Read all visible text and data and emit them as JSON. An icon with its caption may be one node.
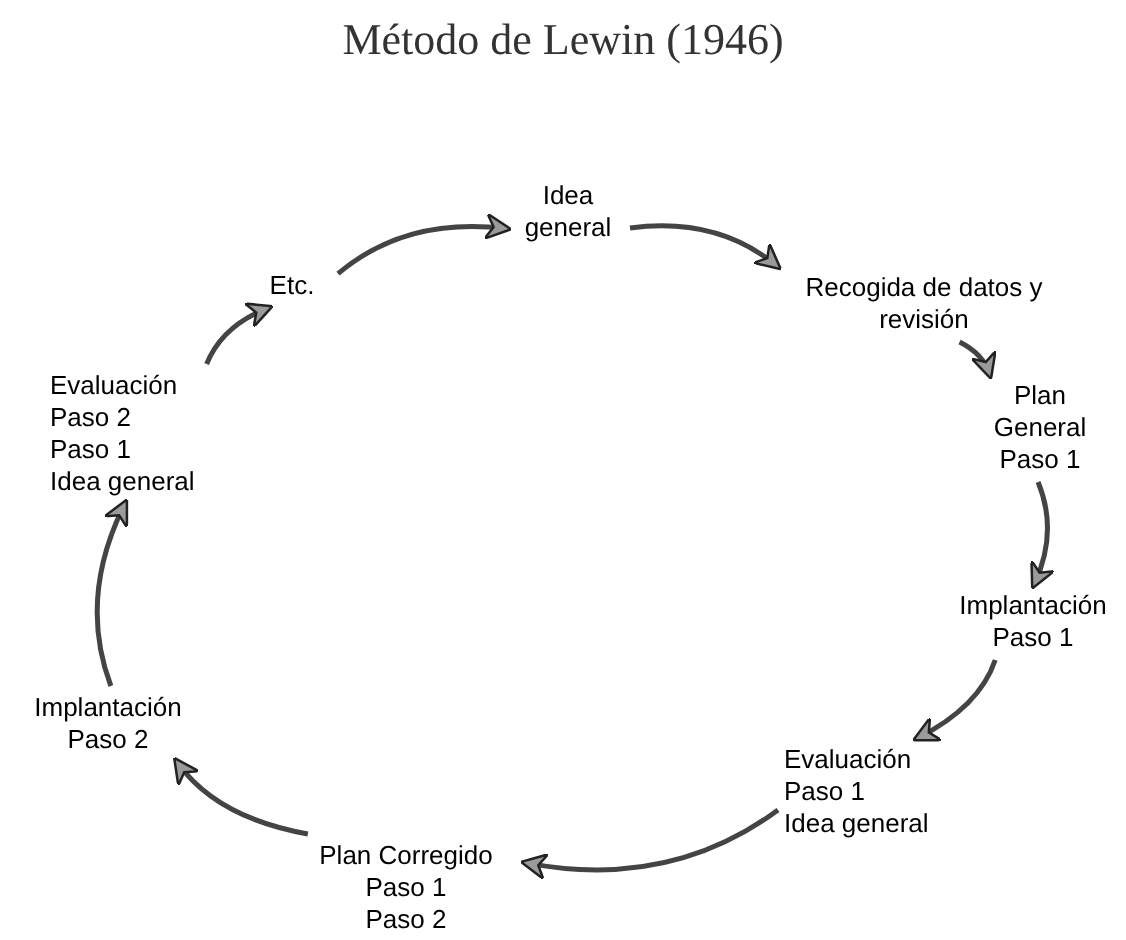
{
  "diagram": {
    "title": "Método de Lewin (1946)",
    "nodes": [
      {
        "text": [
          "Idea general"
        ]
      },
      {
        "text": [
          "Recogida de datos y revisión"
        ]
      },
      {
        "text": [
          "Plan General",
          "Paso 1"
        ]
      },
      {
        "text": [
          "Implantación",
          "Paso 1"
        ]
      },
      {
        "text": [
          "Evaluación",
          "Paso 1",
          "Idea general"
        ]
      },
      {
        "text": [
          "Plan Corregido",
          "Paso 1",
          "Paso 2"
        ]
      },
      {
        "text": [
          "Implantación",
          "Paso 2"
        ]
      },
      {
        "text": [
          "Evaluación",
          "Paso 2",
          "Paso 1",
          "Idea general"
        ]
      },
      {
        "text": [
          "Etc."
        ]
      }
    ],
    "edges": [
      {
        "from": 0,
        "to": 1,
        "arrow": "to"
      },
      {
        "from": 1,
        "to": 2,
        "arrow": "to"
      },
      {
        "from": 2,
        "to": 3,
        "arrow": "to"
      },
      {
        "from": 3,
        "to": 4,
        "arrow": "to"
      },
      {
        "from": 4,
        "to": 5,
        "arrow": "to"
      },
      {
        "from": 5,
        "to": 6,
        "arrow": "to"
      },
      {
        "from": 6,
        "to": 7,
        "arrow": "to"
      },
      {
        "from": 7,
        "to": 8,
        "arrow": "to"
      },
      {
        "from": 8,
        "to": 0,
        "arrow": "to"
      }
    ]
  }
}
